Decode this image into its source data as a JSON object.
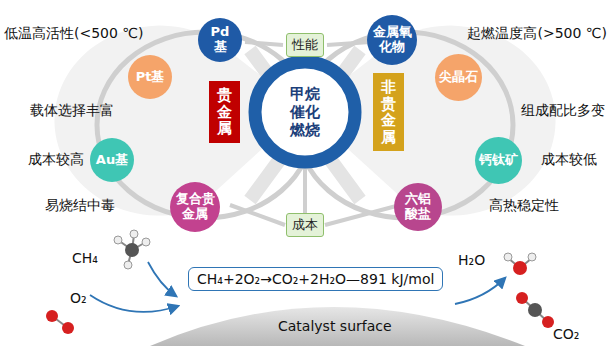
{
  "diagram": {
    "nodes": [
      {
        "text": [
          "Pd基"
        ]
      },
      {
        "text": [
          "性能"
        ]
      },
      {
        "text": [
          "金属氧化物"
        ]
      },
      {
        "text": [
          "Pt基"
        ]
      },
      {
        "text": [
          "尖晶石"
        ]
      },
      {
        "text": [
          "贵金属"
        ]
      },
      {
        "text": [
          "甲烷催化燃烧"
        ]
      },
      {
        "text": [
          "非贵金属"
        ]
      },
      {
        "text": [
          "Au基"
        ]
      },
      {
        "text": [
          "钙钛矿"
        ]
      },
      {
        "text": [
          "复合贵金属"
        ]
      },
      {
        "text": [
          "成本"
        ]
      },
      {
        "text": [
          "六铝酸盐"
        ]
      },
      {
        "text": [
          "CH₄+2O₂→CO₂+2H₂O—891 kJ/mol"
        ]
      },
      {
        "text": [
          "Catalyst surface"
        ]
      }
    ],
    "labels": [
      "低温高活性(<500 ℃)",
      "载体选择丰富",
      "成本较高",
      "易烧结中毒",
      "起燃温度高(>500 ℃)",
      "组成配比多变",
      "成本较低",
      "高热稳定性",
      "CH₄",
      "O₂",
      "H₂O",
      "CO₂"
    ]
  }
}
